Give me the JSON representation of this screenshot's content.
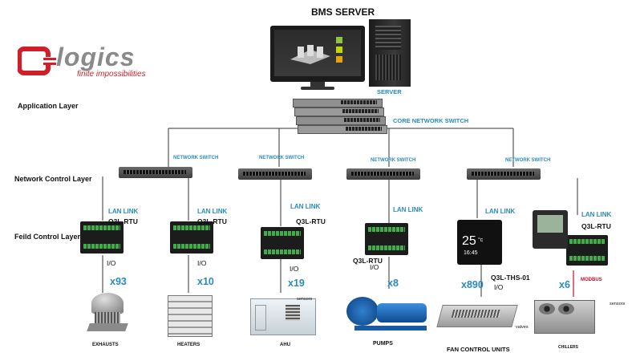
{
  "title": "BMS SERVER",
  "server_label": "SERVER",
  "core_switch_label": "CORE NETWORK SWITCH",
  "logo": {
    "brand": "logics",
    "tagline": "finite impossibilities"
  },
  "layers": {
    "application": "Application Layer",
    "network": "Network Control Layer",
    "field": "Feild Control Layer"
  },
  "network_switch_label": "NETWORK SWITCH",
  "lan_link_label": "LAN LINK",
  "io_label": "I/O",
  "modbus_label": "MODBUS",
  "rtu_label": "Q3L-RTU",
  "ths_label": "Q3L-THS-01",
  "devices": [
    {
      "name": "EXHAUSTS",
      "count": "x93"
    },
    {
      "name": "HEATERS",
      "count": "x10"
    },
    {
      "name": "AHU",
      "count": "x19",
      "note": "sensors"
    },
    {
      "name": "PUMPS",
      "count": "x8"
    },
    {
      "name": "FAN CONTROL UNITS",
      "count": "x890"
    },
    {
      "name": "CHILLERS",
      "count": "x6",
      "note": "sensors",
      "note2": "valves"
    }
  ],
  "thermostat": {
    "temp": "25",
    "unit": "°c",
    "time": "16:45"
  },
  "colors": {
    "accent": "#2a8bc0",
    "brand_red": "#d11f2a",
    "modbus": "#c8102e"
  }
}
